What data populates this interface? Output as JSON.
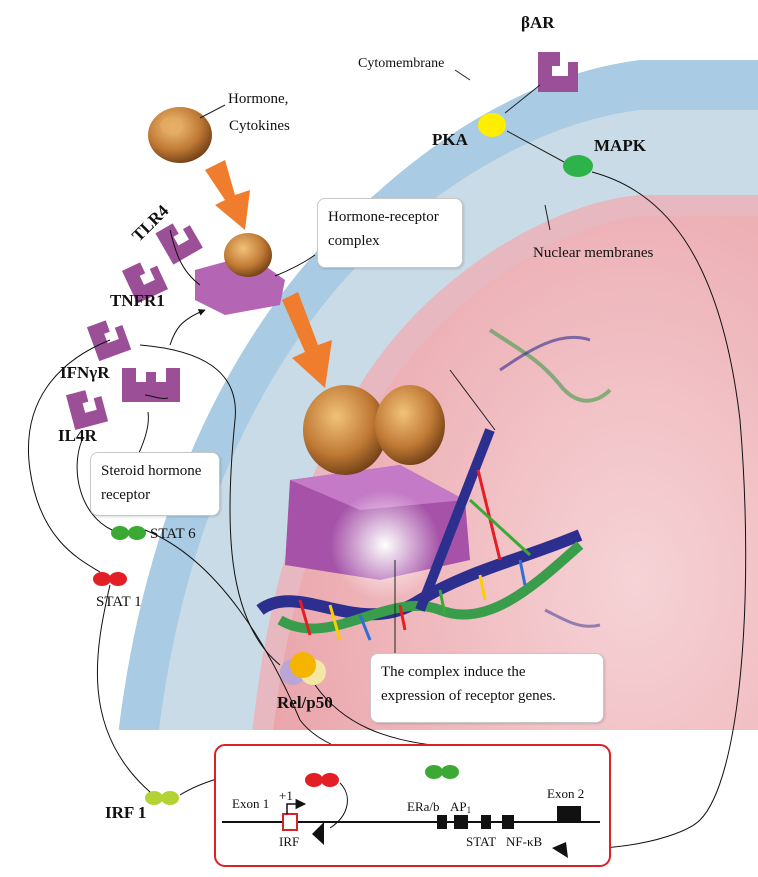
{
  "labels": {
    "beta_ar": "βAR",
    "cytomembrane": "Cytomembrane",
    "hormone": "Hormone,",
    "cytokines": "Cytokines",
    "pka": "PKA",
    "mapk": "MAPK",
    "tlr4": "TLR4",
    "nuclear_membranes": "Nuclear membranes",
    "tnfr1": "TNFR1",
    "ifngr": "IFNγR",
    "il4r": "IL4R",
    "stat6": "STAT 6",
    "stat1": "STAT 1",
    "rel_p50": "Rel/p50",
    "irf1": "IRF 1"
  },
  "boxes": {
    "hormone_receptor_line1": "Hormone-receptor",
    "hormone_receptor_line2": "complex",
    "steroid_line1": "Steroid hormone",
    "steroid_line2": "receptor",
    "complex_line1": "The complex induce the",
    "complex_line2": "expression of receptor genes."
  },
  "gene": {
    "exon1": "Exon 1",
    "plus1": "+1",
    "irf": "IRF",
    "era_b": "ERa/b",
    "ap": "AP",
    "ap_sub": "1",
    "stat": "STAT",
    "nfkb": "NF-κB",
    "exon2": "Exon 2"
  },
  "colors": {
    "membrane": "#a9cbe3",
    "cytoplasm": "#c9dbe6",
    "nucleus": "#efb8bc",
    "receptor": "#9a4f97",
    "arrow": "#ef7d2d",
    "pka": "#ffee00",
    "mapk": "#2db34a",
    "stat1": "#e31e24",
    "stat6": "#3aaa35",
    "irf1": "#b3d334",
    "gene_box": "#d7222a"
  }
}
